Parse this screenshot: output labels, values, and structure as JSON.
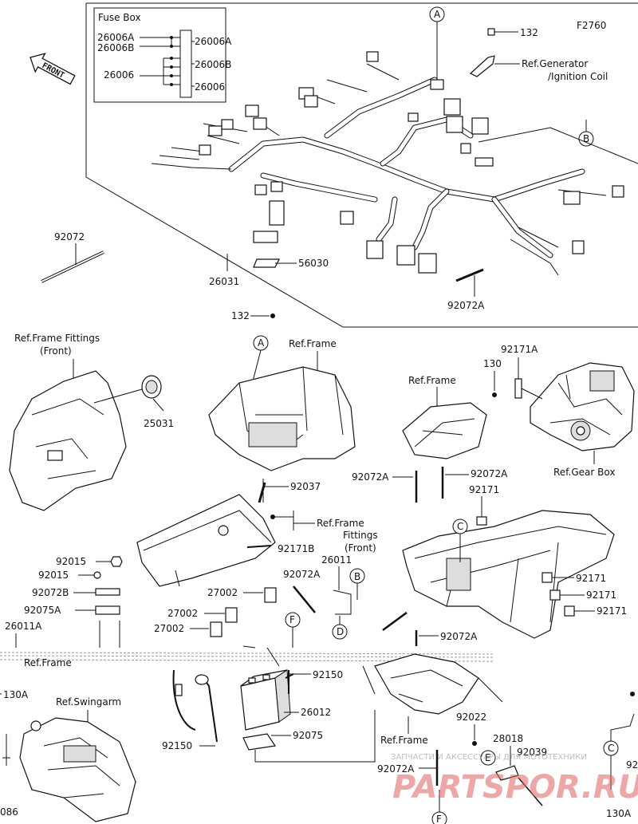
{
  "figure_code": "F2760",
  "front_label": "FRONT",
  "fuse_box": {
    "title": "Fuse Box",
    "labels_left": [
      "26006A",
      "26006B",
      "26006"
    ],
    "labels_right": [
      "26006A",
      "26006B",
      "26006"
    ]
  },
  "callouts": {
    "A": "A",
    "B": "B",
    "C": "C",
    "D": "D",
    "E": "E",
    "F": "F"
  },
  "parts": {
    "p26031": "26031",
    "p56030": "56030",
    "p92072": "92072",
    "p92072A_top": "92072A",
    "p132_top": "132",
    "p132_mid": "132",
    "p25031": "25031",
    "p92037": "92037",
    "p92171B": "92171B",
    "p92171A": "92171A",
    "p130_gear": "130",
    "p92072A_1": "92072A",
    "p92072A_2": "92072A",
    "p92171_a": "92171",
    "p92171_b": "92171",
    "p92171_c": "92171",
    "p92171_d": "92171",
    "p92072A_3": "92072A",
    "p92015_a": "92015",
    "p92015_b": "92015",
    "p92072B": "92072B",
    "p92075A": "92075A",
    "p26011A": "26011A",
    "p26011": "26011",
    "p92072A_4": "92072A",
    "p27002_a": "27002",
    "p27002_b": "27002",
    "p27002_c": "27002",
    "p92150_a": "92150",
    "p92150_b": "92150",
    "p26012": "26012",
    "p92075": "92075",
    "p130A_a": "130A",
    "p130A_b": "130A",
    "p086": "086",
    "p92022": "92022",
    "p28018": "28018",
    "p92039": "92039",
    "p92072A_5": "92072A",
    "p92_edge": "92"
  },
  "refs": {
    "generator": "Ref.Generator",
    "ignition": "/Ignition Coil",
    "frame_fittings_front_1": "Ref.Frame Fittings",
    "front_paren_1": "(Front)",
    "frame_1": "Ref.Frame",
    "frame_2": "Ref.Frame",
    "gear_box": "Ref.Gear Box",
    "frame_fittings_2": "Ref.Frame",
    "fittings_2": "Fittings",
    "front_paren_2": "(Front)",
    "frame_3": "Ref.Frame",
    "swingarm": "Ref.Swingarm",
    "frame_4": "Ref.Frame"
  },
  "watermark": {
    "subtitle": "ЗАПЧАСТИ И АКСЕССУАРЫ ДЛЯ МОТОТЕХНИКИ",
    "brand": "PARTSPOR.RU"
  }
}
